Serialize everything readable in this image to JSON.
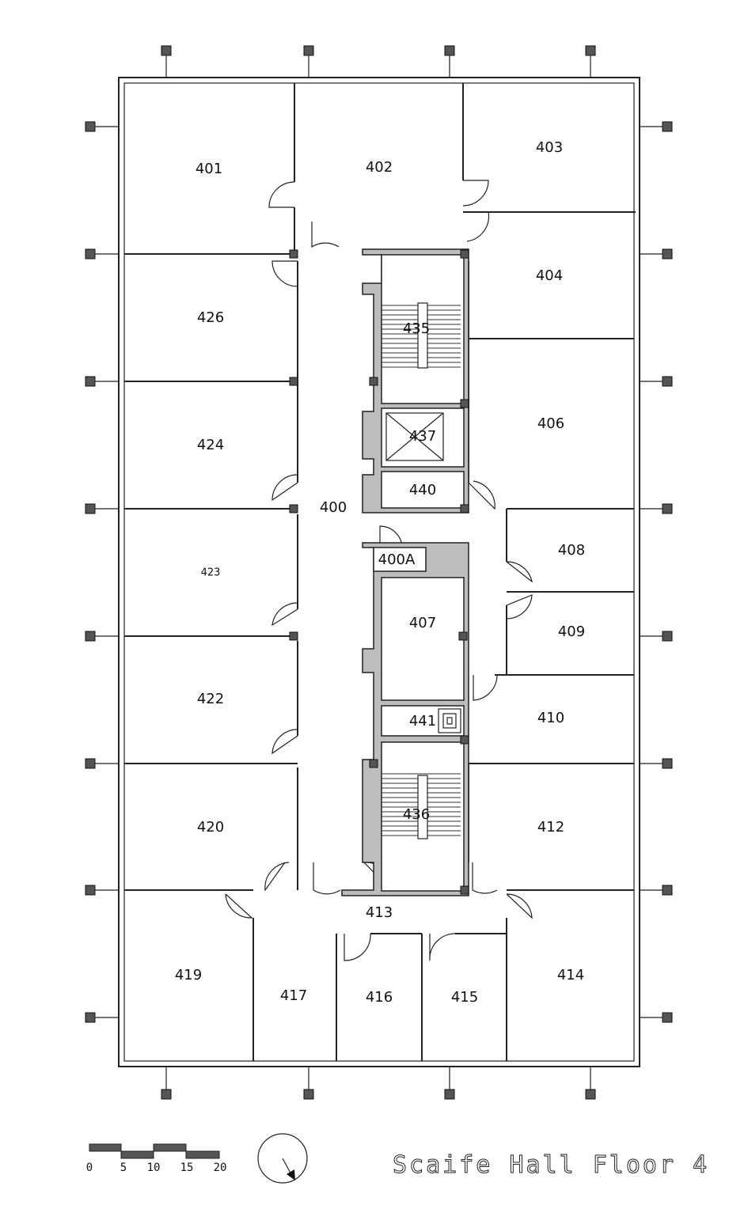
{
  "title": "Scaife Hall Floor 4",
  "rooms": {
    "r401": "401",
    "r402": "402",
    "r403": "403",
    "r404": "404",
    "r406": "406",
    "r408": "408",
    "r409": "409",
    "r410": "410",
    "r412": "412",
    "r413": "413",
    "r414": "414",
    "r415": "415",
    "r416": "416",
    "r417": "417",
    "r419": "419",
    "r420": "420",
    "r422": "422",
    "r423": "423",
    "r424": "424",
    "r426": "426",
    "r400": "400",
    "r400A": "400A",
    "r407": "407",
    "r435": "435",
    "r436": "436",
    "r437": "437",
    "r440": "440",
    "r441": "441"
  },
  "scale_bar": {
    "ticks": [
      "0",
      "5",
      "10",
      "15",
      "20"
    ]
  },
  "north_arrow": {
    "icon": "north-arrow-icon"
  },
  "colors": {
    "core_fill": "#bdbdbd",
    "line": "#222222",
    "column": "#555555"
  }
}
